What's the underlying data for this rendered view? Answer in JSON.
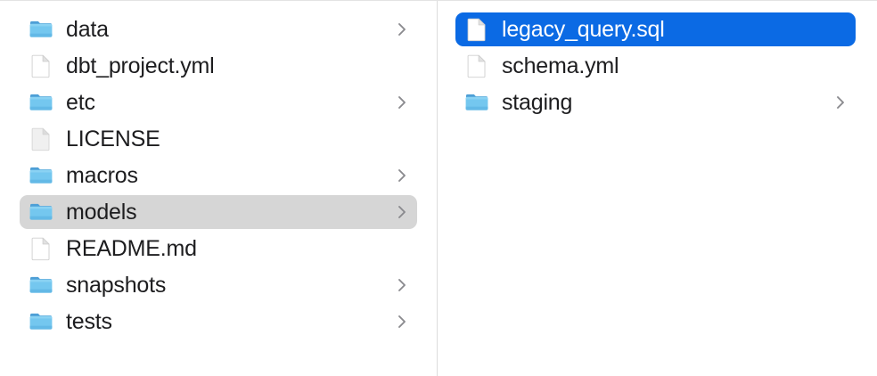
{
  "window": {
    "view": "column-view",
    "accent_selected_color": "#0b6ae4",
    "inactive_selected_color": "#d6d6d6",
    "text_color": "#1d1d1f",
    "selected_text_color": "#ffffff",
    "divider_color": "#dcdcdc",
    "background_color": "#ffffff"
  },
  "columns": [
    {
      "name": "parent-column",
      "items": [
        {
          "label": "data",
          "icon": "folder-icon",
          "kind": "folder",
          "has_chevron": true,
          "selected": false
        },
        {
          "label": "dbt_project.yml",
          "icon": "file-icon",
          "kind": "file",
          "has_chevron": false,
          "selected": false
        },
        {
          "label": "etc",
          "icon": "folder-icon",
          "kind": "folder",
          "has_chevron": true,
          "selected": false
        },
        {
          "label": "LICENSE",
          "icon": "document-icon",
          "kind": "file",
          "has_chevron": false,
          "selected": false
        },
        {
          "label": "macros",
          "icon": "folder-icon",
          "kind": "folder",
          "has_chevron": true,
          "selected": false
        },
        {
          "label": "models",
          "icon": "folder-icon",
          "kind": "folder",
          "has_chevron": true,
          "selected": true
        },
        {
          "label": "README.md",
          "icon": "file-icon",
          "kind": "file",
          "has_chevron": false,
          "selected": false
        },
        {
          "label": "snapshots",
          "icon": "folder-icon",
          "kind": "folder",
          "has_chevron": true,
          "selected": false
        },
        {
          "label": "tests",
          "icon": "folder-icon",
          "kind": "folder",
          "has_chevron": true,
          "selected": false
        }
      ]
    },
    {
      "name": "child-column",
      "items": [
        {
          "label": "legacy_query.sql",
          "icon": "file-icon",
          "kind": "file",
          "has_chevron": false,
          "selected": true,
          "selection_style": "blue"
        },
        {
          "label": "schema.yml",
          "icon": "file-icon",
          "kind": "file",
          "has_chevron": false,
          "selected": false
        },
        {
          "label": "staging",
          "icon": "folder-icon",
          "kind": "folder",
          "has_chevron": true,
          "selected": false
        }
      ]
    }
  ]
}
